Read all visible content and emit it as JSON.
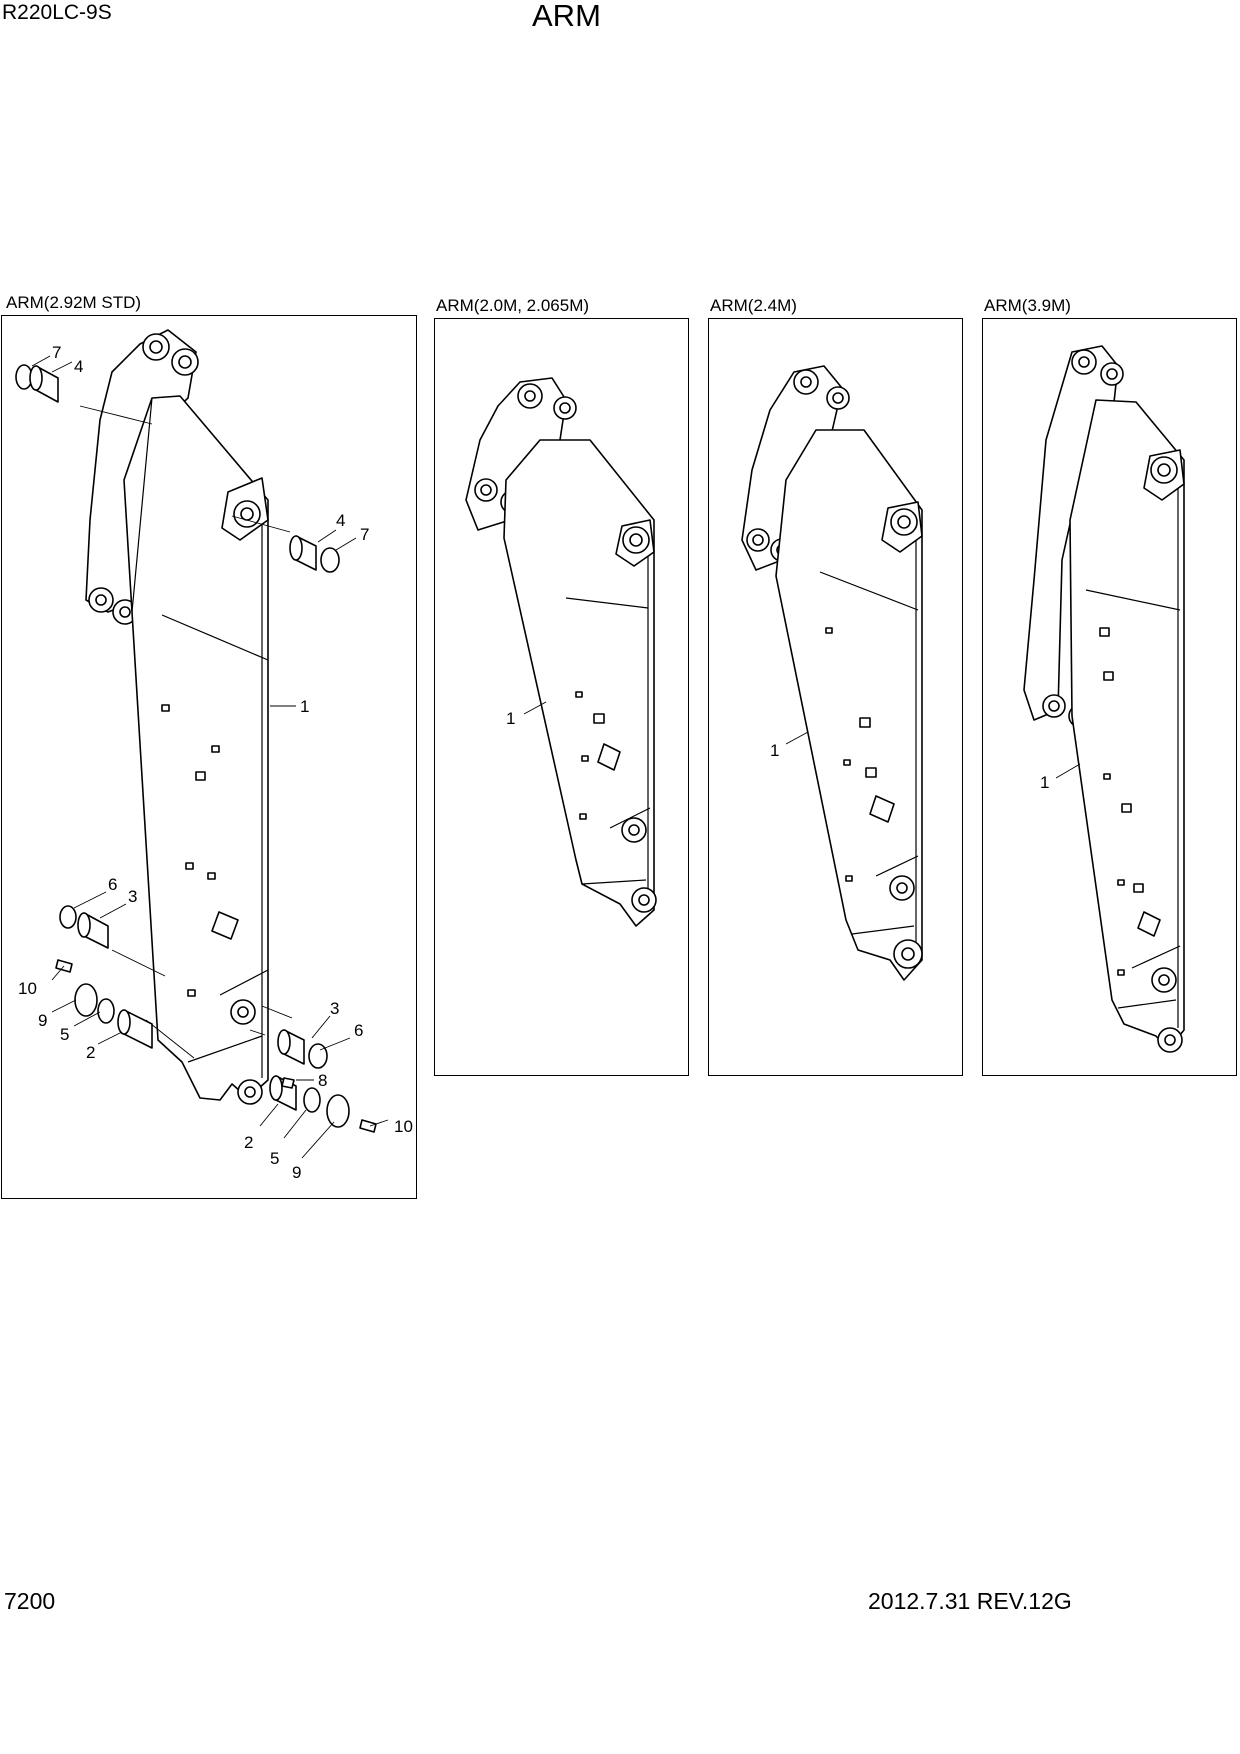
{
  "header": {
    "model": "R220LC-9S",
    "title": "ARM"
  },
  "footer": {
    "page_number": "7200",
    "revision": "2012.7.31  REV.12G"
  },
  "panels": [
    {
      "label": "ARM(2.92M STD)",
      "callouts": [
        "7",
        "4",
        "4",
        "7",
        "1",
        "6",
        "3",
        "10",
        "9",
        "5",
        "2",
        "3",
        "6",
        "8",
        "2",
        "5",
        "9",
        "10"
      ]
    },
    {
      "label": "ARM(2.0M, 2.065M)",
      "callouts": [
        "1"
      ]
    },
    {
      "label": "ARM(2.4M)",
      "callouts": [
        "1"
      ]
    },
    {
      "label": "ARM(3.9M)",
      "callouts": [
        "1"
      ]
    }
  ]
}
